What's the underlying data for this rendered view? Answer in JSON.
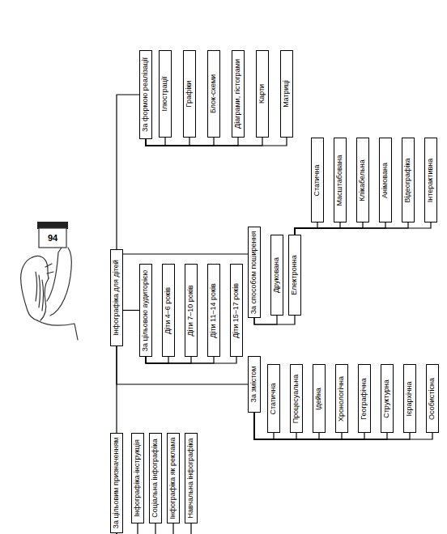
{
  "diagram": {
    "nodes": [
      {
        "text": [
          "Інфографіка для дітей"
        ]
      },
      {
        "text": [
          "За цільовим призначенням"
        ]
      },
      {
        "text": [
          "Інфографіка-інструкція"
        ]
      },
      {
        "text": [
          "Соціальна інфографіка"
        ]
      },
      {
        "text": [
          "Інфографіка як реклама"
        ]
      },
      {
        "text": [
          "Навчальна інфографіка"
        ]
      },
      {
        "text": [
          "За цільовою аудиторією"
        ]
      },
      {
        "text": [
          "Діти 4–6 років"
        ]
      },
      {
        "text": [
          "Діти 7–10 років"
        ]
      },
      {
        "text": [
          "Діти 11–14 років"
        ]
      },
      {
        "text": [
          "Діти 15–17 років"
        ]
      },
      {
        "text": [
          "За змістом"
        ]
      },
      {
        "text": [
          "Статична"
        ]
      },
      {
        "text": [
          "Процесуальна"
        ]
      },
      {
        "text": [
          "Ідейна"
        ]
      },
      {
        "text": [
          "Хронологічна"
        ]
      },
      {
        "text": [
          "Географічна"
        ]
      },
      {
        "text": [
          "Структурна"
        ]
      },
      {
        "text": [
          "Ієрархічна"
        ]
      },
      {
        "text": [
          "Особистісна"
        ]
      },
      {
        "text": [
          "За способом поширення"
        ]
      },
      {
        "text": [
          "Друкована"
        ]
      },
      {
        "text": [
          "Електронна"
        ]
      },
      {
        "text": [
          "Статична"
        ]
      },
      {
        "text": [
          "Масштабована"
        ]
      },
      {
        "text": [
          "Клікабельна"
        ]
      },
      {
        "text": [
          "Анімована"
        ]
      },
      {
        "text": [
          "Відеографіка"
        ]
      },
      {
        "text": [
          "Інтерактивна"
        ]
      },
      {
        "text": [
          "За формою реалізації"
        ]
      },
      {
        "text": [
          "Ілюстрації"
        ]
      },
      {
        "text": [
          "Графіки"
        ]
      },
      {
        "text": [
          "Блок-схеми"
        ]
      },
      {
        "text": [
          "Діаграми, гістограми"
        ]
      },
      {
        "text": [
          "Карти"
        ]
      },
      {
        "text": [
          "Матриці"
        ]
      }
    ],
    "edges": [
      {
        "from": 0,
        "to": 1,
        "arrow": "none"
      },
      {
        "from": 1,
        "to": 2,
        "arrow": "none"
      },
      {
        "from": 1,
        "to": 3,
        "arrow": "none"
      },
      {
        "from": 1,
        "to": 4,
        "arrow": "none"
      },
      {
        "from": 1,
        "to": 5,
        "arrow": "none"
      },
      {
        "from": 0,
        "to": 6,
        "arrow": "none"
      },
      {
        "from": 6,
        "to": 7,
        "arrow": "none"
      },
      {
        "from": 6,
        "to": 8,
        "arrow": "none"
      },
      {
        "from": 6,
        "to": 9,
        "arrow": "none"
      },
      {
        "from": 6,
        "to": 10,
        "arrow": "none"
      },
      {
        "from": 0,
        "to": 11,
        "arrow": "none"
      },
      {
        "from": 11,
        "to": 12,
        "arrow": "none"
      },
      {
        "from": 11,
        "to": 13,
        "arrow": "none"
      },
      {
        "from": 11,
        "to": 14,
        "arrow": "none"
      },
      {
        "from": 11,
        "to": 15,
        "arrow": "none"
      },
      {
        "from": 11,
        "to": 16,
        "arrow": "none"
      },
      {
        "from": 11,
        "to": 17,
        "arrow": "none"
      },
      {
        "from": 11,
        "to": 18,
        "arrow": "none"
      },
      {
        "from": 11,
        "to": 19,
        "arrow": "none"
      },
      {
        "from": 0,
        "to": 20,
        "arrow": "none"
      },
      {
        "from": 20,
        "to": 21,
        "arrow": "none"
      },
      {
        "from": 20,
        "to": 22,
        "arrow": "none"
      },
      {
        "from": 22,
        "to": 23,
        "arrow": "none"
      },
      {
        "from": 22,
        "to": 24,
        "arrow": "none"
      },
      {
        "from": 22,
        "to": 25,
        "arrow": "none"
      },
      {
        "from": 22,
        "to": 26,
        "arrow": "none"
      },
      {
        "from": 22,
        "to": 27,
        "arrow": "none"
      },
      {
        "from": 22,
        "to": 28,
        "arrow": "none"
      },
      {
        "from": 0,
        "to": 29,
        "arrow": "none"
      },
      {
        "from": 29,
        "to": 30,
        "arrow": "none"
      },
      {
        "from": 29,
        "to": 31,
        "arrow": "none"
      },
      {
        "from": 29,
        "to": 32,
        "arrow": "none"
      },
      {
        "from": 29,
        "to": 33,
        "arrow": "none"
      },
      {
        "from": 29,
        "to": 34,
        "arrow": "none"
      },
      {
        "from": 29,
        "to": 35,
        "arrow": "none"
      }
    ],
    "labels": [
      "94"
    ]
  }
}
